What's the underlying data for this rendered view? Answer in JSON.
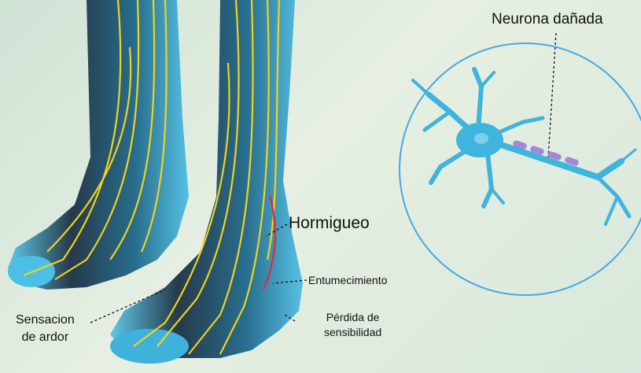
{
  "labels": {
    "damaged_neuron": "Neurona dañada",
    "tingling": "Hormigueo",
    "numbness": "Entumecimiento",
    "sensation_loss": [
      "Pérdida de",
      "sensibilidad"
    ],
    "burning": [
      "Sensacion",
      "de ardor"
    ]
  },
  "colors": {
    "skin": "#3bb0d8",
    "nerve": "#f2d21b",
    "highlight_line": "#d4304a",
    "circle": "#4aa8e0",
    "neuron": "#3fb4dc",
    "myelin": "#9b7fd8"
  }
}
